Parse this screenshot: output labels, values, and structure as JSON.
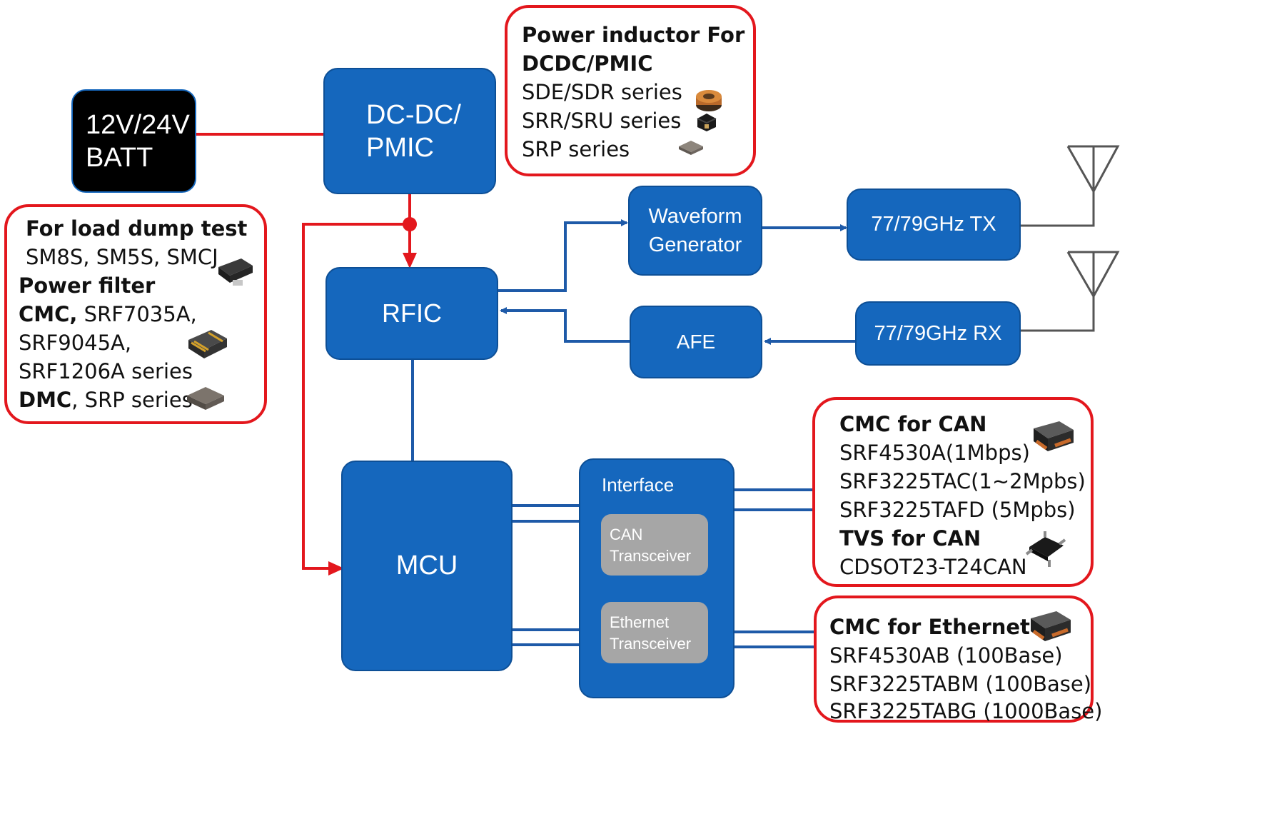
{
  "blocks": {
    "batt": {
      "line1": "12V/24V",
      "line2": "BATT"
    },
    "dcdc": {
      "line1": "DC-DC/",
      "line2": "PMIC"
    },
    "rfic": "RFIC",
    "waveform": {
      "line1": "Waveform",
      "line2": "Generator"
    },
    "afe": "AFE",
    "tx": "77/79GHz TX",
    "rx": "77/79GHz RX",
    "mcu": "MCU",
    "interface": {
      "title": "Interface",
      "can_transceiver": {
        "line1": "CAN",
        "line2": "Transceiver"
      },
      "ethernet_transceiver": {
        "line1": "Ethernet",
        "line2": "Transceiver"
      }
    }
  },
  "callouts": {
    "power_inductor": {
      "heading1": "Power inductor For",
      "heading2": "DCDC/PMIC",
      "items": [
        "SDE/SDR series",
        "SRR/SRU series",
        "SRP series"
      ]
    },
    "load_dump": {
      "heading": "For load dump test",
      "tvs_parts": "SM8S, SM5S, SMCJ",
      "filter_heading": "Power filter",
      "cmc_label": "CMC,",
      "cmc_line1": " SRF7035A,",
      "cmc_line2": "SRF9045A,",
      "cmc_line3": "SRF1206A series",
      "dmc_label": "DMC",
      "dmc_parts": ", SRP series"
    },
    "can": {
      "heading": "CMC for CAN",
      "items": [
        "SRF4530A(1Mbps)",
        "SRF3225TAC(1~2Mpbs)",
        "SRF3225TAFD (5Mpbs)"
      ],
      "tvs_heading": "TVS for CAN",
      "tvs_part": "CDSOT23-T24CAN"
    },
    "ethernet": {
      "heading": "CMC for Ethernet",
      "items": [
        "SRF4530AB (100Base)",
        "SRF3225TABM (100Base)",
        "SRF3225TABG (1000Base)"
      ]
    }
  },
  "colors": {
    "block": "#1567bd",
    "signal": "#1e5aa8",
    "power": "#e3171d",
    "callout_border": "#e3171d",
    "transceiver": "#a6a6a6"
  }
}
